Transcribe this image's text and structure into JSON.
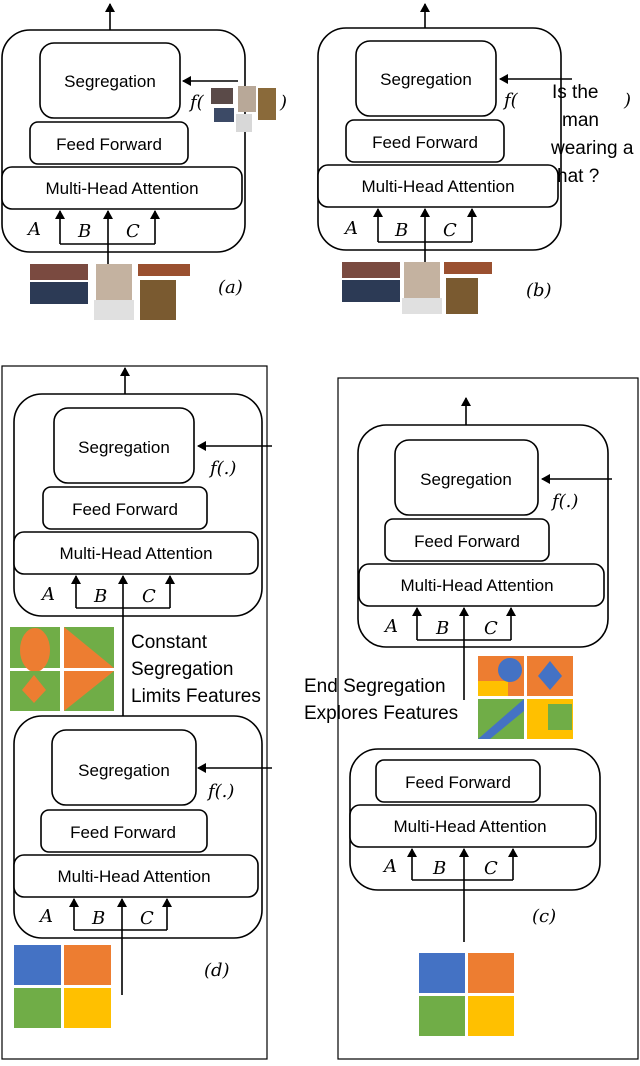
{
  "blocks": {
    "segregation": "Segregation",
    "feed_forward": "Feed Forward",
    "attention": "Multi-Head Attention",
    "func": "f(.)",
    "func_open": "f(",
    "paren_close": ")",
    "inputs": [
      "A",
      "B",
      "C"
    ]
  },
  "panel_labels": {
    "a": "(a)",
    "b": "(b)",
    "c": "(c)",
    "d": "(d)"
  },
  "question": {
    "lines": [
      "Is the",
      "man",
      "wearing a",
      "hat ?"
    ]
  },
  "annotations": {
    "constant": [
      "Constant",
      "Segregation",
      "Limits Features"
    ],
    "end": [
      "End Segregation",
      "Explores Features"
    ]
  },
  "colors": {
    "blue": "#4472C4",
    "orange": "#ED7D31",
    "green": "#70AD47",
    "yellow": "#FFC000"
  }
}
